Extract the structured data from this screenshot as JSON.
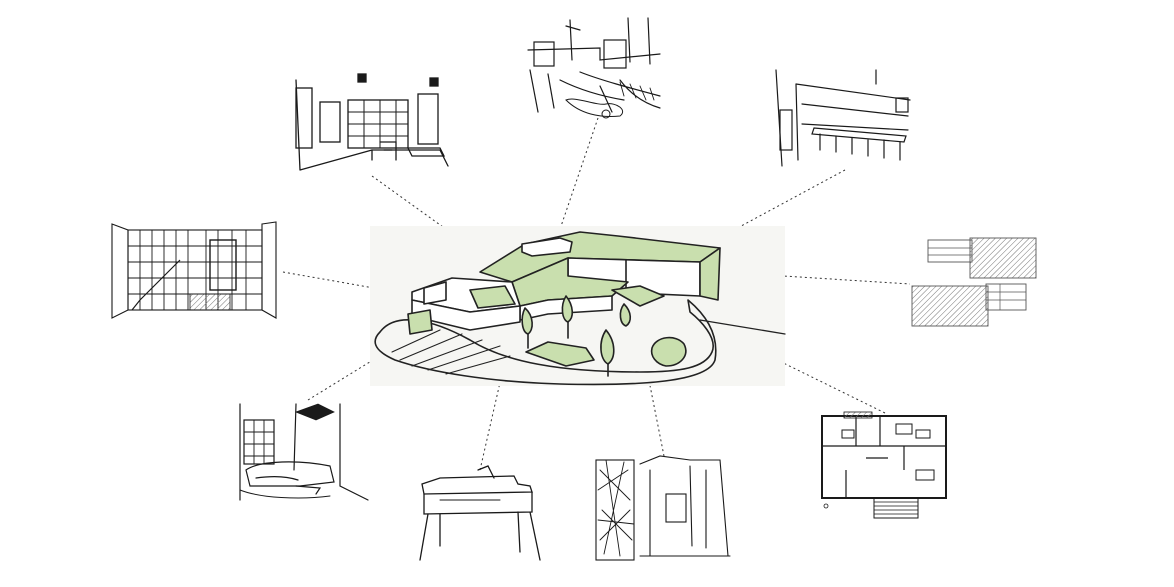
{
  "diagram": {
    "center": {
      "name": "house-massing-sketch",
      "accent": "#c9dfae",
      "ink": "#222222"
    },
    "connector": {
      "style": "dotted",
      "color": "#333333"
    },
    "vignettes": [
      {
        "id": "kitchen-shelving"
      },
      {
        "id": "garden-exterior"
      },
      {
        "id": "dining-hall"
      },
      {
        "id": "staircase-elevation"
      },
      {
        "id": "facade-studies"
      },
      {
        "id": "living-room-sofa"
      },
      {
        "id": "writing-desk"
      },
      {
        "id": "corridor-artwork"
      },
      {
        "id": "floor-plan"
      }
    ]
  }
}
